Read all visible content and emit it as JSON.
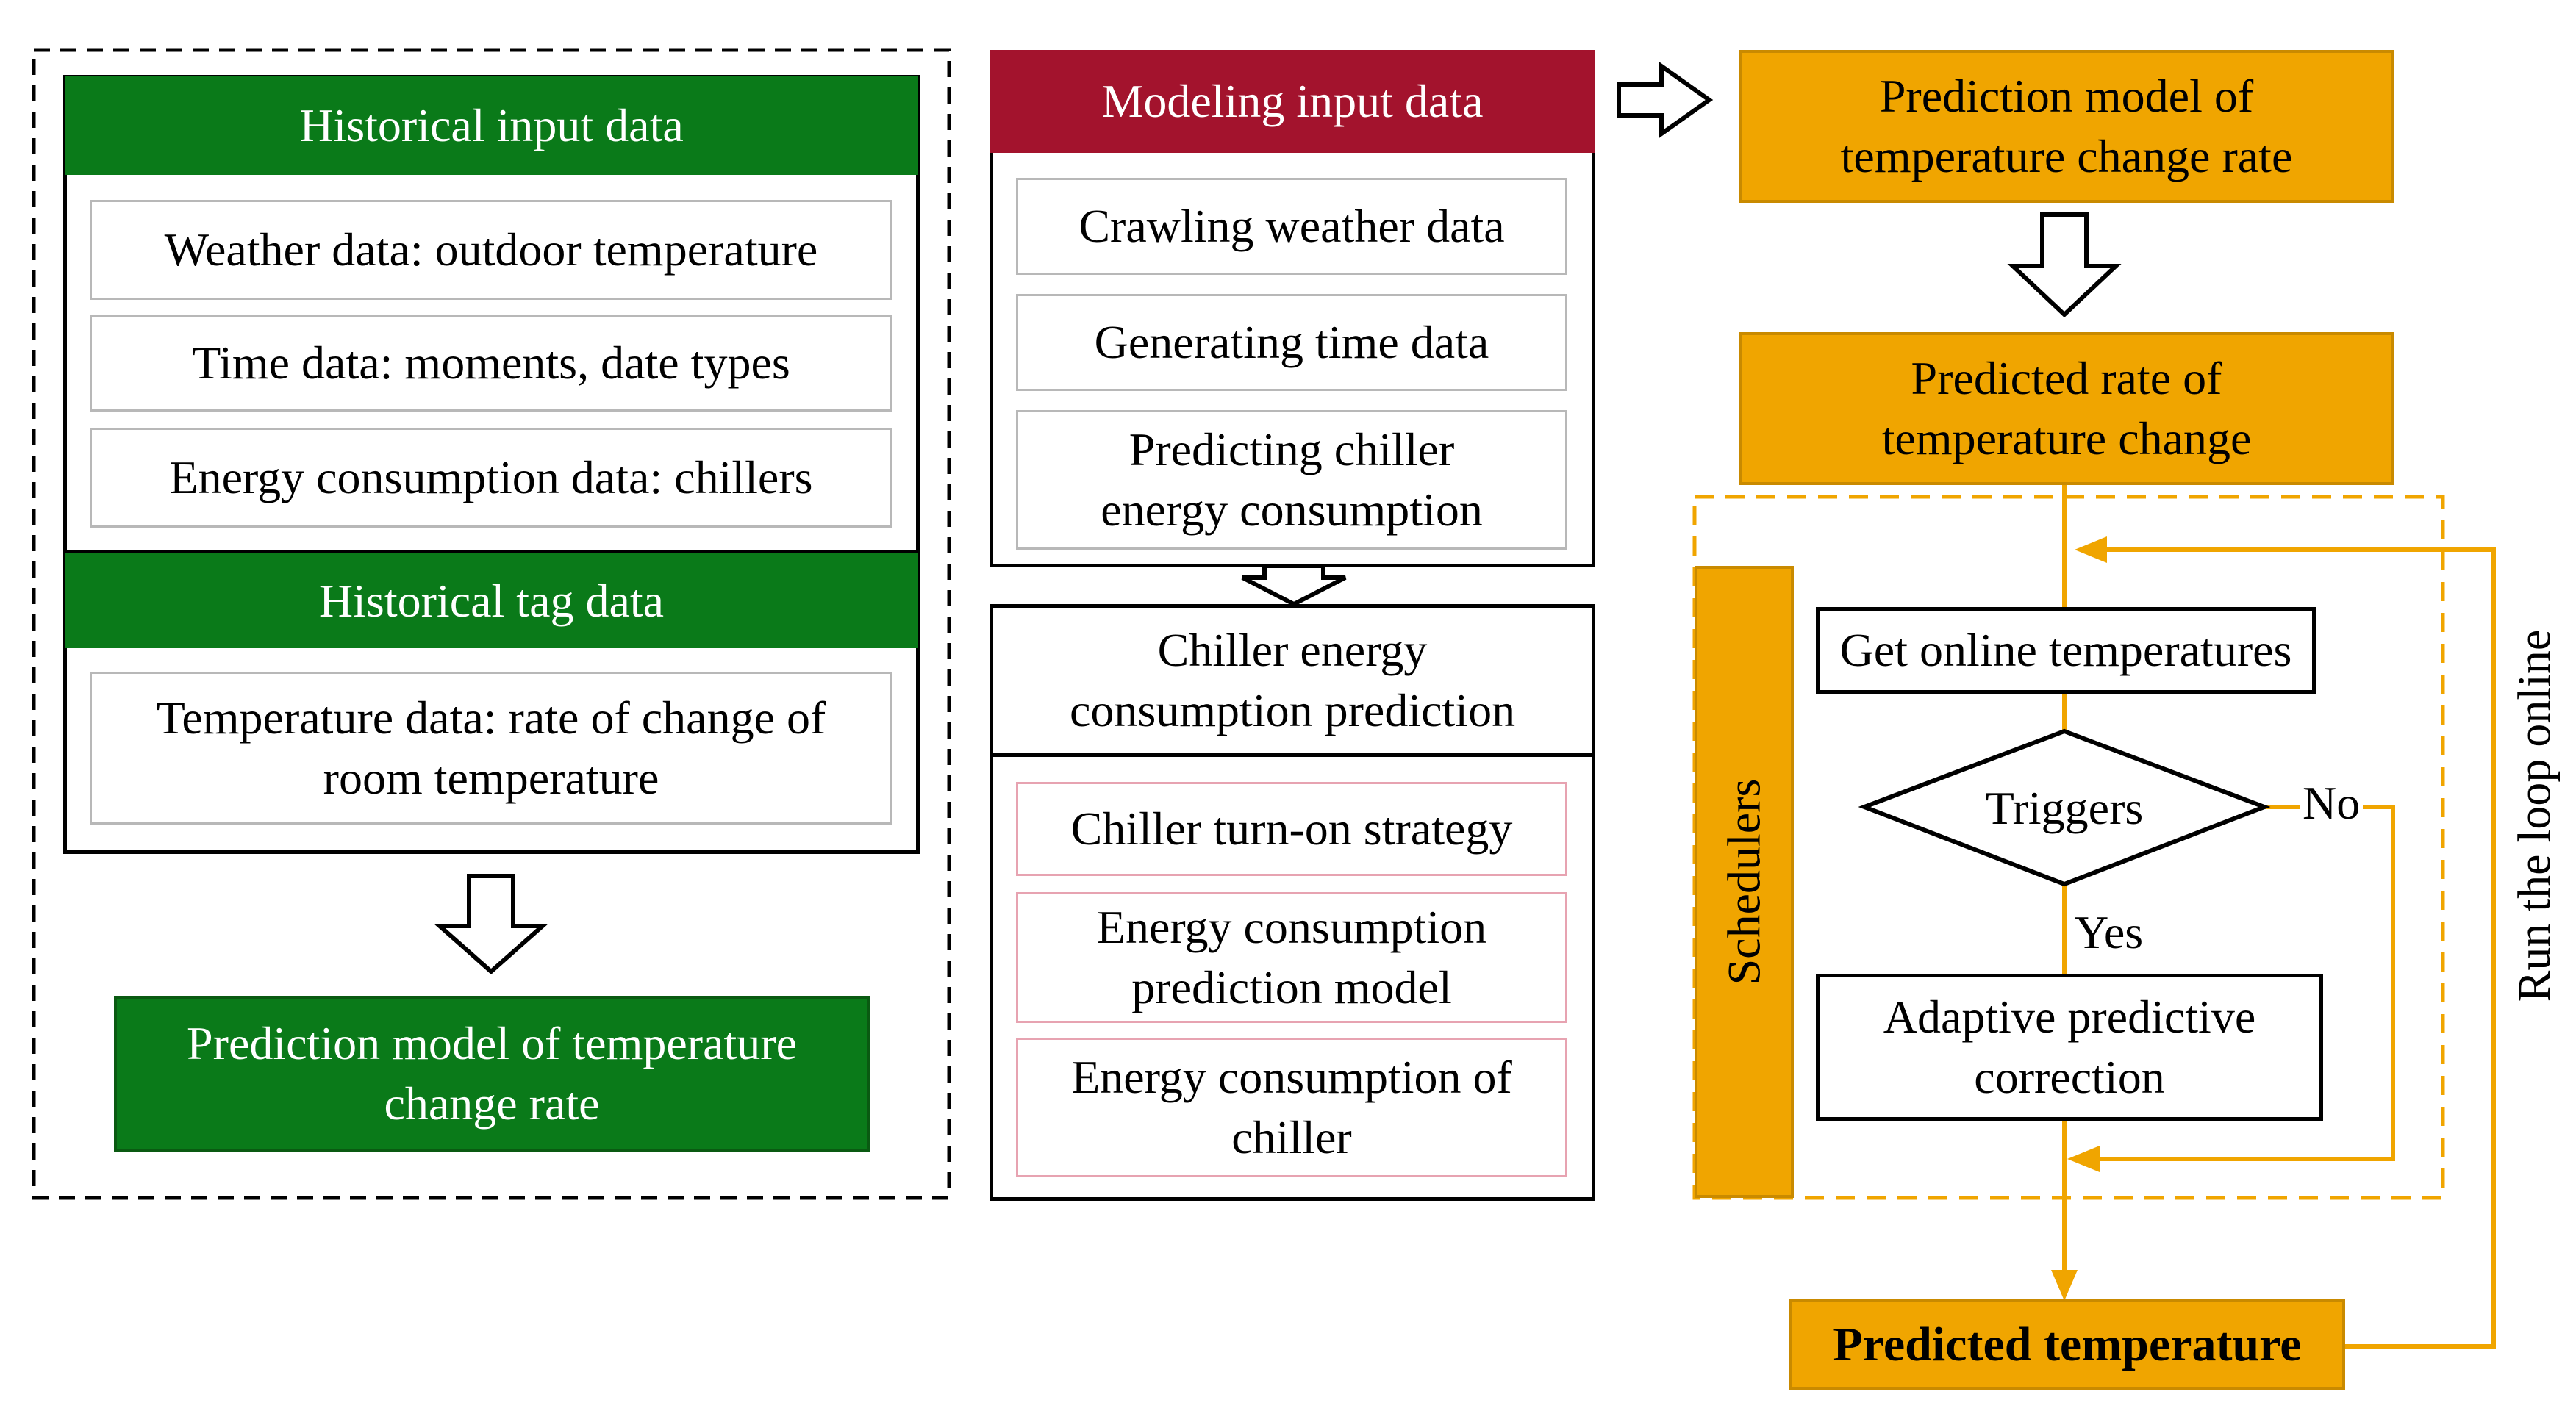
{
  "left": {
    "historical_input": {
      "title": "Historical input data",
      "items": [
        "Weather data: outdoor temperature",
        "Time data: moments, date types",
        "Energy consumption data: chillers"
      ]
    },
    "historical_tag": {
      "title": "Historical tag data",
      "item_line1": "Temperature data: rate of change of",
      "item_line2": "room temperature"
    },
    "model": {
      "line1": "Prediction model of temperature",
      "line2": "change rate"
    }
  },
  "middle": {
    "modeling_input": {
      "title": "Modeling input data",
      "items": [
        {
          "line1": "Crawling weather data",
          "line2": ""
        },
        {
          "line1": "Generating time data",
          "line2": ""
        },
        {
          "line1": "Predicting chiller",
          "line2": "energy consumption"
        }
      ]
    },
    "chiller_prediction": {
      "title_line1": "Chiller energy",
      "title_line2": "consumption prediction",
      "items": [
        {
          "line1": "Chiller turn-on strategy",
          "line2": ""
        },
        {
          "line1": "Energy consumption",
          "line2": "prediction model"
        },
        {
          "line1": "Energy consumption of",
          "line2": "chiller"
        }
      ]
    }
  },
  "right": {
    "model_box": {
      "line1": "Prediction model of",
      "line2": "temperature change rate"
    },
    "predicted_rate": {
      "line1": "Predicted rate of",
      "line2": "temperature change"
    },
    "schedulers": "Schedulers",
    "get_online": "Get online temperatures",
    "triggers": "Triggers",
    "no_label": "No",
    "yes_label": "Yes",
    "adaptive": {
      "line1": "Adaptive predictive",
      "line2": "correction"
    },
    "predicted_temperature": "Predicted temperature",
    "loop_label": "Run the loop online"
  },
  "colors": {
    "green": "#0a7a19",
    "maroon": "#a3132d",
    "orange": "#f0a500",
    "orange_line": "#f0a500"
  }
}
